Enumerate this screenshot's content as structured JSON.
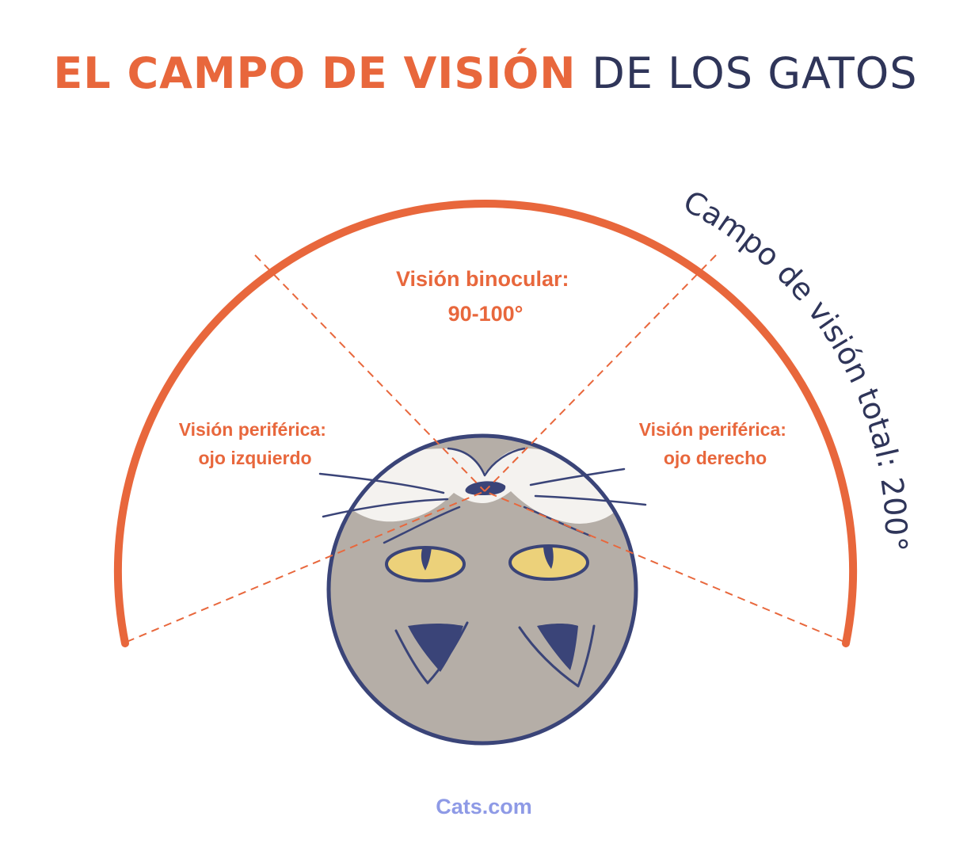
{
  "title": {
    "part1": "EL CAMPO DE VISIÓN",
    "part2": "DE LOS GATOS"
  },
  "labels": {
    "binocular_line1": "Visión binocular:",
    "binocular_line2": "90-100°",
    "left_line1": "Visión periférica:",
    "left_line2": "ojo izquierdo",
    "right_line1": "Visión periférica:",
    "right_line2": "ojo derecho",
    "total": "Campo de visión total: 200°"
  },
  "brand": "Cats.com",
  "colors": {
    "accent": "#e8673c",
    "navy": "#2f3559",
    "cat_outline": "#3a4478",
    "cat_fur": "#b5aea7",
    "cat_white": "#f4f2ef",
    "eye": "#ecd17a",
    "brand": "#8e9ae6"
  }
}
